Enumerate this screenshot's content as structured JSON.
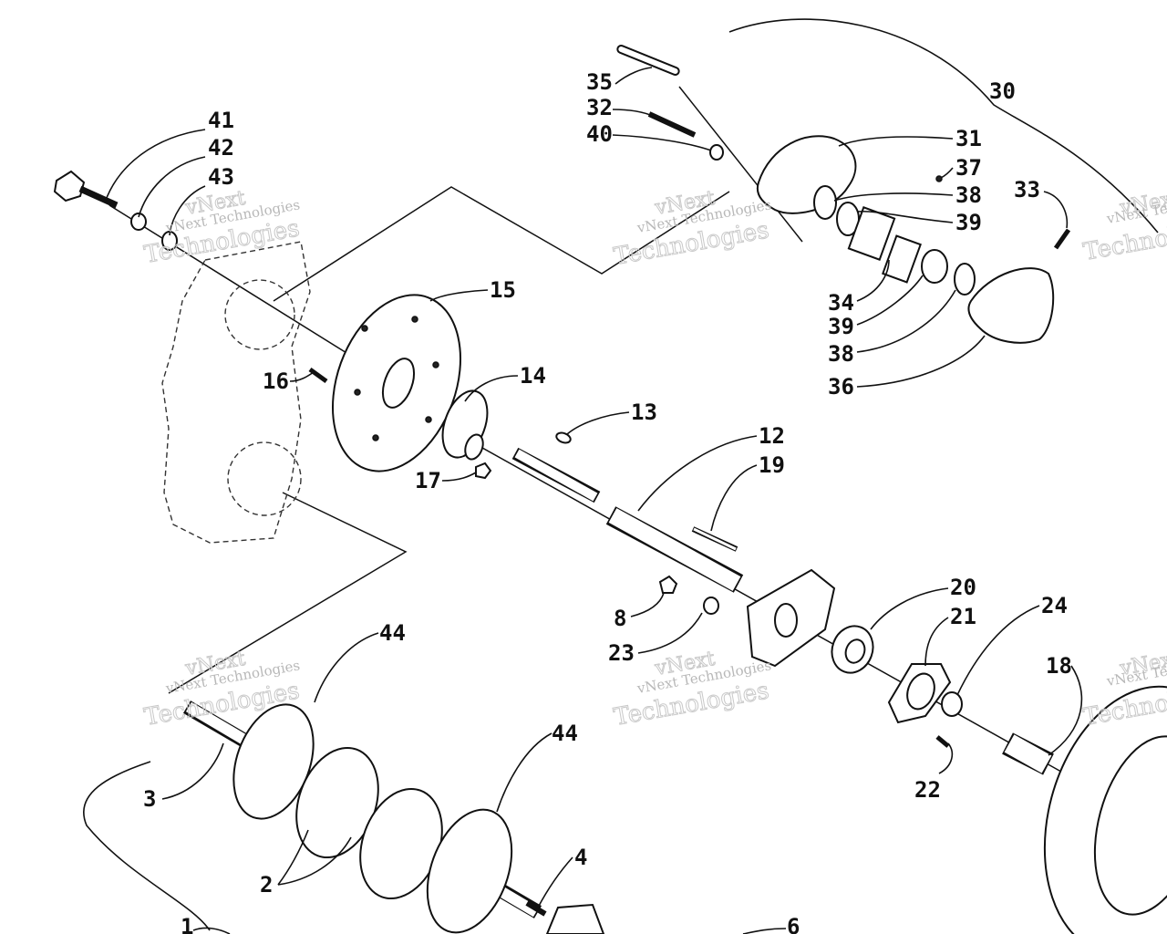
{
  "callouts": {
    "c41": "41",
    "c42": "42",
    "c43": "43",
    "c35": "35",
    "c32": "32",
    "c40": "40",
    "c30": "30",
    "c31": "31",
    "c37": "37",
    "c38a": "38",
    "c39a": "39",
    "c33": "33",
    "c34": "34",
    "c39b": "39",
    "c38b": "38",
    "c36": "36",
    "c15": "15",
    "c14": "14",
    "c16": "16",
    "c17": "17",
    "c13": "13",
    "c12": "12",
    "c19": "19",
    "c20": "20",
    "c21": "21",
    "c24": "24",
    "c8": "8",
    "c23": "23",
    "c18": "18",
    "c22": "22",
    "c44a": "44",
    "c44b": "44",
    "c3": "3",
    "c2": "2",
    "c4": "4",
    "c1": "1",
    "c6": "6"
  },
  "watermark": {
    "line1": "vNext",
    "line2": "vNext Technologies",
    "line3": "Technologies"
  },
  "colors": {
    "ink": "#111111",
    "watermark": "#c9c9c9",
    "background": "#ffffff"
  }
}
